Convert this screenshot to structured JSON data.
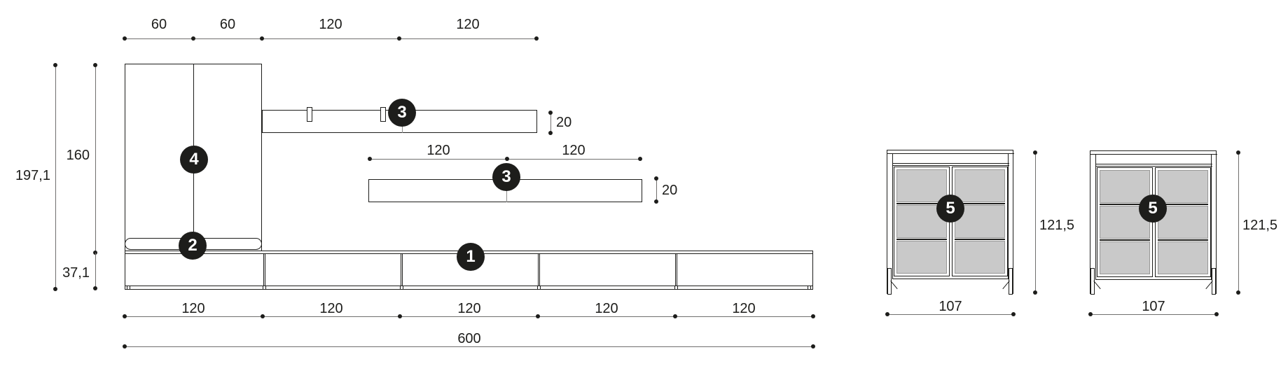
{
  "colors": {
    "line": "#1d1d1b",
    "dim": "#706f6e",
    "text": "#1d1d1b",
    "glass": "#c9c9c9",
    "badge_bg": "#1d1d1b",
    "badge_text": "#ffffff",
    "bg": "#ffffff"
  },
  "diagram": {
    "type": "furniture-dimension-drawing",
    "wall_unit": {
      "top_width_dims": [
        "60",
        "60",
        "120",
        "120"
      ],
      "height_dims": {
        "total": "197,1",
        "upper": "160",
        "base": "37,1"
      },
      "tall_cabinet": {
        "badge": "4"
      },
      "shelves": [
        {
          "badge": "3",
          "thickness_dim": "20"
        },
        {
          "badge": "3",
          "thickness_dim": "20",
          "width_dims": [
            "120",
            "120"
          ]
        }
      ],
      "bar": {
        "badge": "2"
      },
      "base": {
        "badge": "1",
        "segment_dims": [
          "120",
          "120",
          "120",
          "120",
          "120"
        ],
        "total_width_dim": "600"
      }
    },
    "display_cabinets": [
      {
        "badge": "5",
        "width_dim": "107",
        "height_dim": "121,5"
      },
      {
        "badge": "5",
        "width_dim": "107",
        "height_dim": "121,5"
      }
    ]
  }
}
